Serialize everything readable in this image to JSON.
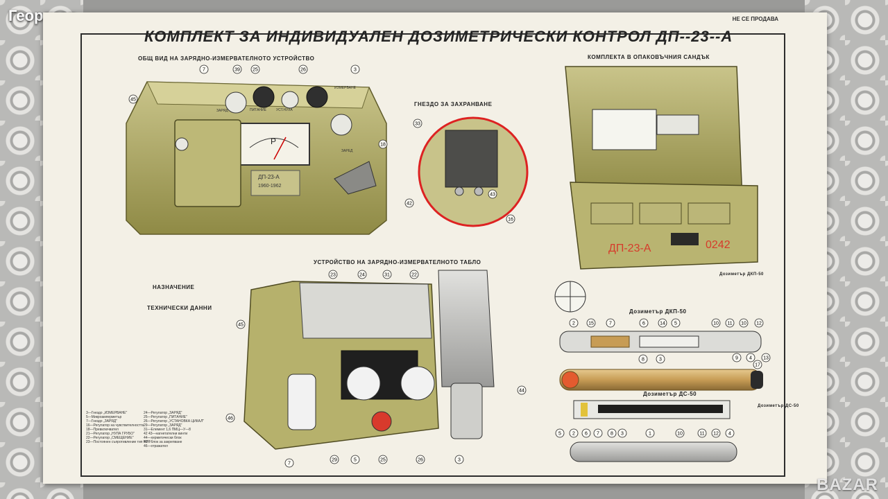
{
  "photo_caption": "Георгиев",
  "watermark": "BAZAR",
  "poster": {
    "title": "КОМПЛЕКТ ЗА ИНДИВИДУАЛЕН ДОЗИМЕТРИЧЕСКИ КОНТРОЛ ДП--23--А",
    "not_for_sale": "НЕ СЕ ПРОДАВА",
    "sections": {
      "charger_general_view": "ОБЩ ВИД НА ЗАРЯДНО-ИЗМЕРВАТЕЛНОТО УСТРОЙСТВО",
      "storage_slot": "ГНЕЗДО ЗА ЗАХРАНВАНЕ",
      "kit_in_case": "КОМПЛЕКТА В ОПАКОВЪЧНИЯ САНДЪК",
      "panel_structure": "УСТРОЙСТВО НА ЗАРЯДНО-ИЗМЕРВАТЕЛНОТО ТАБЛО",
      "purpose": "НАЗНАЧЕНИЕ",
      "technical_data": "ТЕХНИЧЕСКИ ДАННИ",
      "dkp50": "Дозиметър ДКП-50",
      "ds50": "Дозиметър ДС-50",
      "dkp50_legend": "Дозиметър ДКП-50",
      "ds50_legend": "Дозиметър ДС-50"
    },
    "device_marking": "ДП-23-А",
    "device_year": "1960-1962",
    "case_marking": "ДП-23-А",
    "case_number": "0242",
    "meter_letter": "P",
    "panel_labels": [
      "ЗАРЯД",
      "ПИТАНИЕ",
      "УСТ.НУЛА",
      "ИЗМЕРВАНЕ",
      "ЗАРЕД"
    ],
    "callouts_top": [
      "7",
      "39",
      "25",
      "26",
      "3",
      "45",
      "18",
      "33",
      "42",
      "43",
      "16"
    ],
    "callouts_bottom": [
      "23",
      "24",
      "31",
      "22",
      "45",
      "46",
      "44",
      "7",
      "29",
      "5",
      "25",
      "26",
      "3"
    ],
    "callouts_dkp": [
      "2",
      "15",
      "7",
      "6",
      "14",
      "5",
      "10",
      "11",
      "10",
      "12",
      "8",
      "3",
      "4",
      "17",
      "9",
      "13"
    ],
    "callouts_ds": [
      "5",
      "2",
      "6",
      "7",
      "8",
      "3",
      "1",
      "10",
      "11",
      "12",
      "4"
    ],
    "legend_left": [
      "3—Гнездо „ИЗМЕРВАНЕ\"",
      "5—Микроамперметър",
      "7—Гнездо „ЗАРЯД\"",
      "16—Регулатор на чувствителността",
      "18—Превключвател",
      "21—Регулатор „НУЛА ГРУБО\"",
      "22—Регулатор „СМЕЩЕНИЕ\"",
      "23—Постоянен съпротивление тип МЛТ"
    ],
    "legend_right": [
      "24—Регулатор „ЗАРЯД\"",
      "25—Регулатор „ПИТАНИЕ\"",
      "26—Регулатор „УСТАНОВКА ЦИКАЛ\"",
      "29—Регулатор „ЗАРЯД\"",
      "31—Елемент 1,6 ПМЦ—У—8",
      "42 43—нагнетателни винти",
      "44—херметически блок",
      "45—блок за закрепване",
      "46—отражател"
    ]
  }
}
